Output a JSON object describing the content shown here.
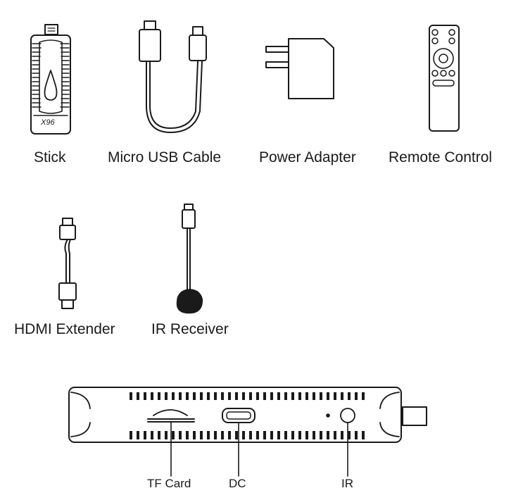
{
  "items": {
    "stick": "Stick",
    "cable": "Micro USB Cable",
    "adapter": "Power Adapter",
    "remote": "Remote Control",
    "extender": "HDMI Extender",
    "ir_receiver": "IR Receiver"
  },
  "stick_brand": "X96",
  "ports": {
    "tf_card": "TF Card",
    "dc": "DC",
    "ir": "IR"
  }
}
